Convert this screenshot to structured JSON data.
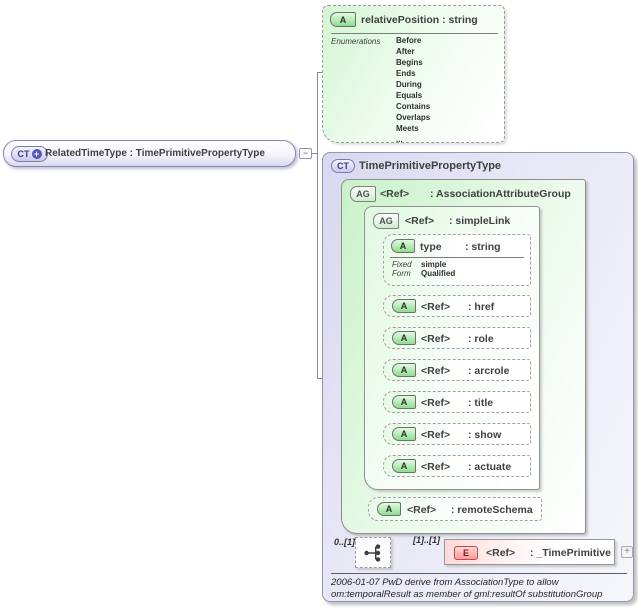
{
  "root": {
    "badge": "CT",
    "derivation_glyph": "+",
    "label": "RelatedTimeType : TimePrimitivePropertyType",
    "collapse_glyph": "−"
  },
  "enum_box": {
    "badge": "A",
    "title": "relativePosition : string",
    "section_label": "Enumerations",
    "values": [
      "Before",
      "After",
      "Begins",
      "Ends",
      "During",
      "Equals",
      "Contains",
      "Overlaps",
      "Meets",
      "..."
    ]
  },
  "type_box": {
    "badge": "CT",
    "title": "TimePrimitivePropertyType",
    "assoc_group": {
      "badge": "AG",
      "ref": "<Ref>",
      "type": ": AssociationAttributeGroup"
    },
    "simple_link": {
      "badge": "AG",
      "ref": "<Ref>",
      "type": ": simpleLink"
    },
    "type_attr": {
      "badge": "A",
      "name": "type",
      "type": ": string",
      "fixed_label": "Fixed",
      "fixed_value": "simple",
      "form_label": "Form",
      "form_value": "Qualified"
    },
    "attrs": [
      {
        "badge": "A",
        "ref": "<Ref>",
        "type": ": href"
      },
      {
        "badge": "A",
        "ref": "<Ref>",
        "type": ": role"
      },
      {
        "badge": "A",
        "ref": "<Ref>",
        "type": ": arcrole"
      },
      {
        "badge": "A",
        "ref": "<Ref>",
        "type": ": title"
      },
      {
        "badge": "A",
        "ref": "<Ref>",
        "type": ": show"
      },
      {
        "badge": "A",
        "ref": "<Ref>",
        "type": ": actuate"
      }
    ],
    "remote_schema": {
      "badge": "A",
      "ref": "<Ref>",
      "type": ": remoteSchema"
    },
    "sequence": {
      "min_occurs": "0..[1]",
      "max_occurs": "[1]..[1]"
    },
    "element": {
      "badge": "E",
      "ref": "<Ref>",
      "type": ": _TimePrimitive",
      "expand_glyph": "+"
    },
    "annotation": {
      "line1": "2006-01-07 PwD derive from AssociationType to allow",
      "line2": "om:temporalResult as member of gml:resultOf substitutionGroup"
    }
  },
  "colors": {
    "accent_purple": "#dcdcf0",
    "group_green": "#c8f2c8",
    "element_pink": "#ffd8d8",
    "badge_green": "#8edd8e",
    "border_gray": "#909090",
    "connector_gray": "#8a8a8a"
  }
}
